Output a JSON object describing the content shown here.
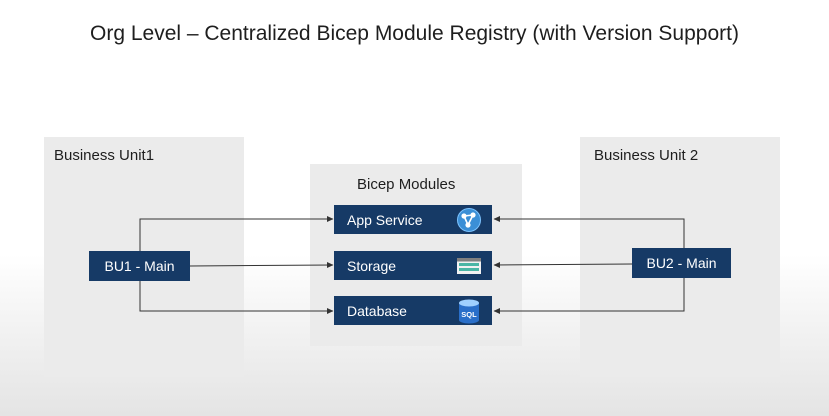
{
  "title": "Org Level – Centralized Bicep Module Registry (with Version Support)",
  "panels": {
    "left": {
      "label": "Business Unit1",
      "box": "BU1 - Main"
    },
    "center": {
      "label": "Bicep Modules"
    },
    "right": {
      "label": "Business Unit 2",
      "box": "BU2 - Main"
    }
  },
  "modules": [
    {
      "label": "App Service",
      "icon": "app-service-icon"
    },
    {
      "label": "Storage",
      "icon": "storage-icon"
    },
    {
      "label": "Database",
      "icon": "sql-database-icon",
      "icon_text": "SQL"
    }
  ],
  "colors": {
    "box": "#163a66",
    "panel": "#ebebeb",
    "arrow": "#333333"
  }
}
